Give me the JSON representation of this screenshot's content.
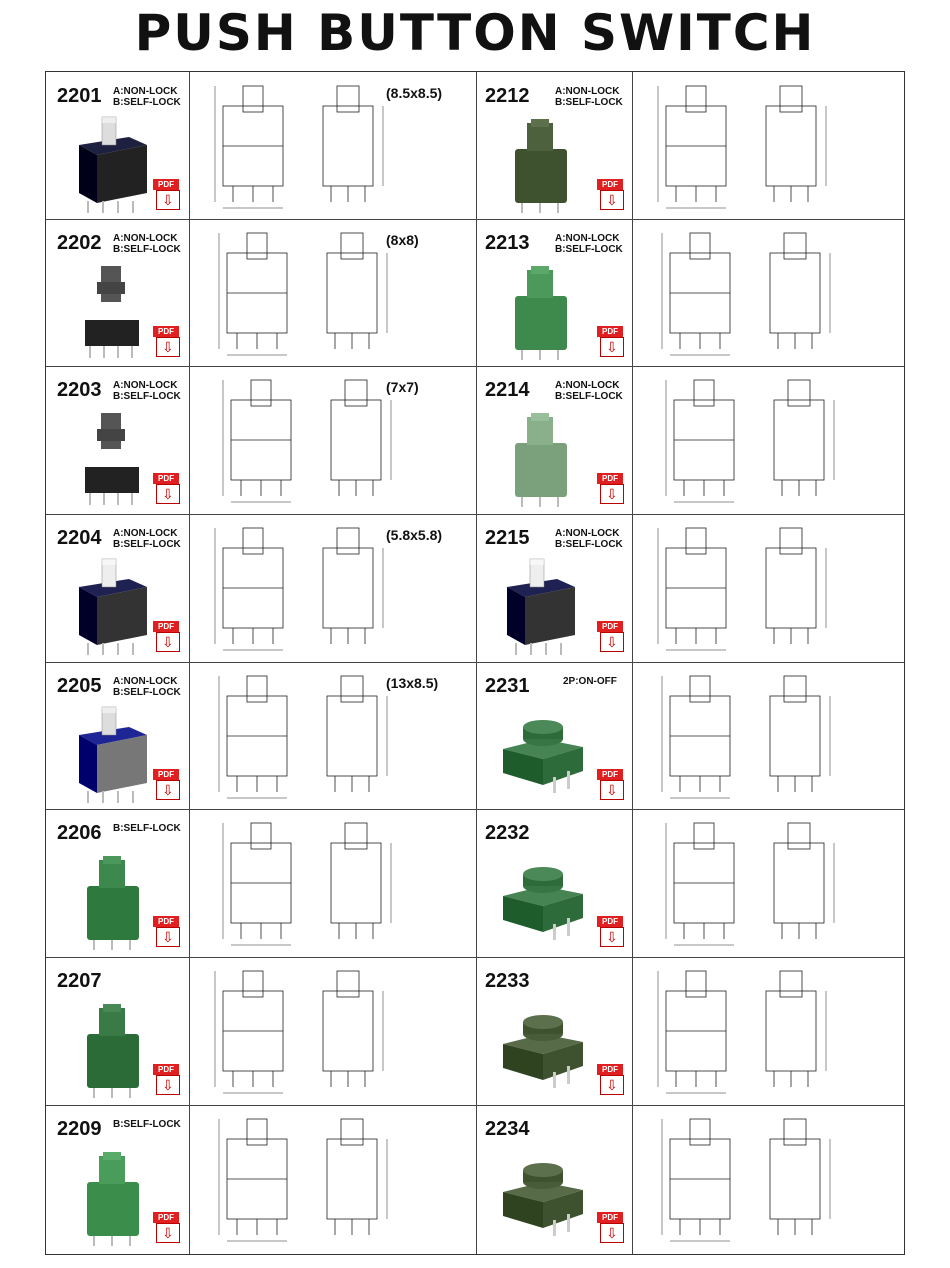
{
  "title": "PUSH BUTTON SWITCH",
  "pdf_label": "PDF",
  "colors": {
    "red": "#e02020",
    "black_body": "#222222",
    "green_body": "#2e6b3a",
    "dark_green": "#3f5230"
  },
  "left": [
    {
      "code": "2201",
      "lock_a": "A:NON-LOCK",
      "lock_b": "B:SELF-LOCK",
      "size": "(8.5x8.5)"
    },
    {
      "code": "2202",
      "lock_a": "A:NON-LOCK",
      "lock_b": "B:SELF-LOCK",
      "size": "(8x8)"
    },
    {
      "code": "2203",
      "lock_a": "A:NON-LOCK",
      "lock_b": "B:SELF-LOCK",
      "size": "(7x7)"
    },
    {
      "code": "2204",
      "lock_a": "A:NON-LOCK",
      "lock_b": "B:SELF-LOCK",
      "size": "(5.8x5.8)"
    },
    {
      "code": "2205",
      "lock_a": "A:NON-LOCK",
      "lock_b": "B:SELF-LOCK",
      "size": "(13x8.5)"
    },
    {
      "code": "2206",
      "lock_a": "B:SELF-LOCK",
      "lock_b": "",
      "size": ""
    },
    {
      "code": "2207",
      "lock_a": "",
      "lock_b": "",
      "size": ""
    },
    {
      "code": "2209",
      "lock_a": "B:SELF-LOCK",
      "lock_b": "",
      "size": ""
    }
  ],
  "right": [
    {
      "code": "2212",
      "lock_a": "A:NON-LOCK",
      "lock_b": "B:SELF-LOCK"
    },
    {
      "code": "2213",
      "lock_a": "A:NON-LOCK",
      "lock_b": "B:SELF-LOCK"
    },
    {
      "code": "2214",
      "lock_a": "A:NON-LOCK",
      "lock_b": "B:SELF-LOCK"
    },
    {
      "code": "2215",
      "lock_a": "A:NON-LOCK",
      "lock_b": "B:SELF-LOCK"
    },
    {
      "code": "2231",
      "lock_a": "2P:ON-OFF",
      "lock_b": ""
    },
    {
      "code": "2232",
      "lock_a": "",
      "lock_b": ""
    },
    {
      "code": "2233",
      "lock_a": "",
      "lock_b": ""
    },
    {
      "code": "2234",
      "lock_a": "",
      "lock_b": ""
    }
  ],
  "icons": {
    "pdf": "pdf-download-icon"
  }
}
